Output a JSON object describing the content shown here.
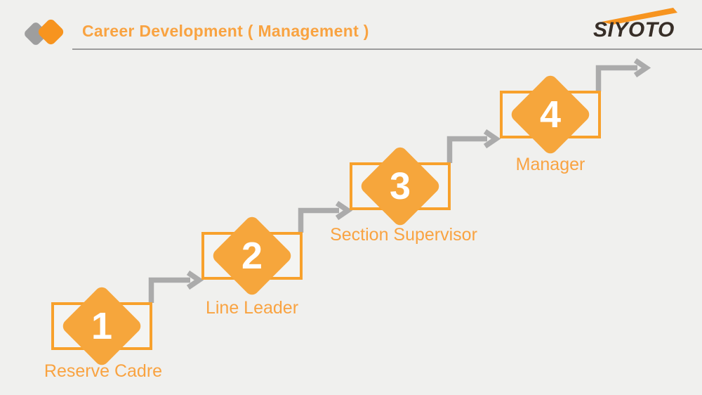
{
  "header": {
    "title": "Career Development ( Management )",
    "logo_text": "SIYOTO"
  },
  "colors": {
    "background": "#f0f0ee",
    "orange_stroke": "#f8a12c",
    "orange_fill": "#f6a63c",
    "orange_text": "#f9a341",
    "arrow_gray": "#ababab",
    "mark_gray": "#9e9e9e",
    "logo_dark": "#372e27",
    "logo_swoosh": "#f7941f",
    "step_number_color": "#ffffff"
  },
  "icons": {
    "header_mark": "double-diamond-icon",
    "arrow_style": "elbow-arrow-right"
  },
  "steps": [
    {
      "number": "1",
      "label": "Reserve Cadre"
    },
    {
      "number": "2",
      "label": "Line Leader"
    },
    {
      "number": "3",
      "label": "Section Supervisor"
    },
    {
      "number": "4",
      "label": "Manager"
    }
  ]
}
